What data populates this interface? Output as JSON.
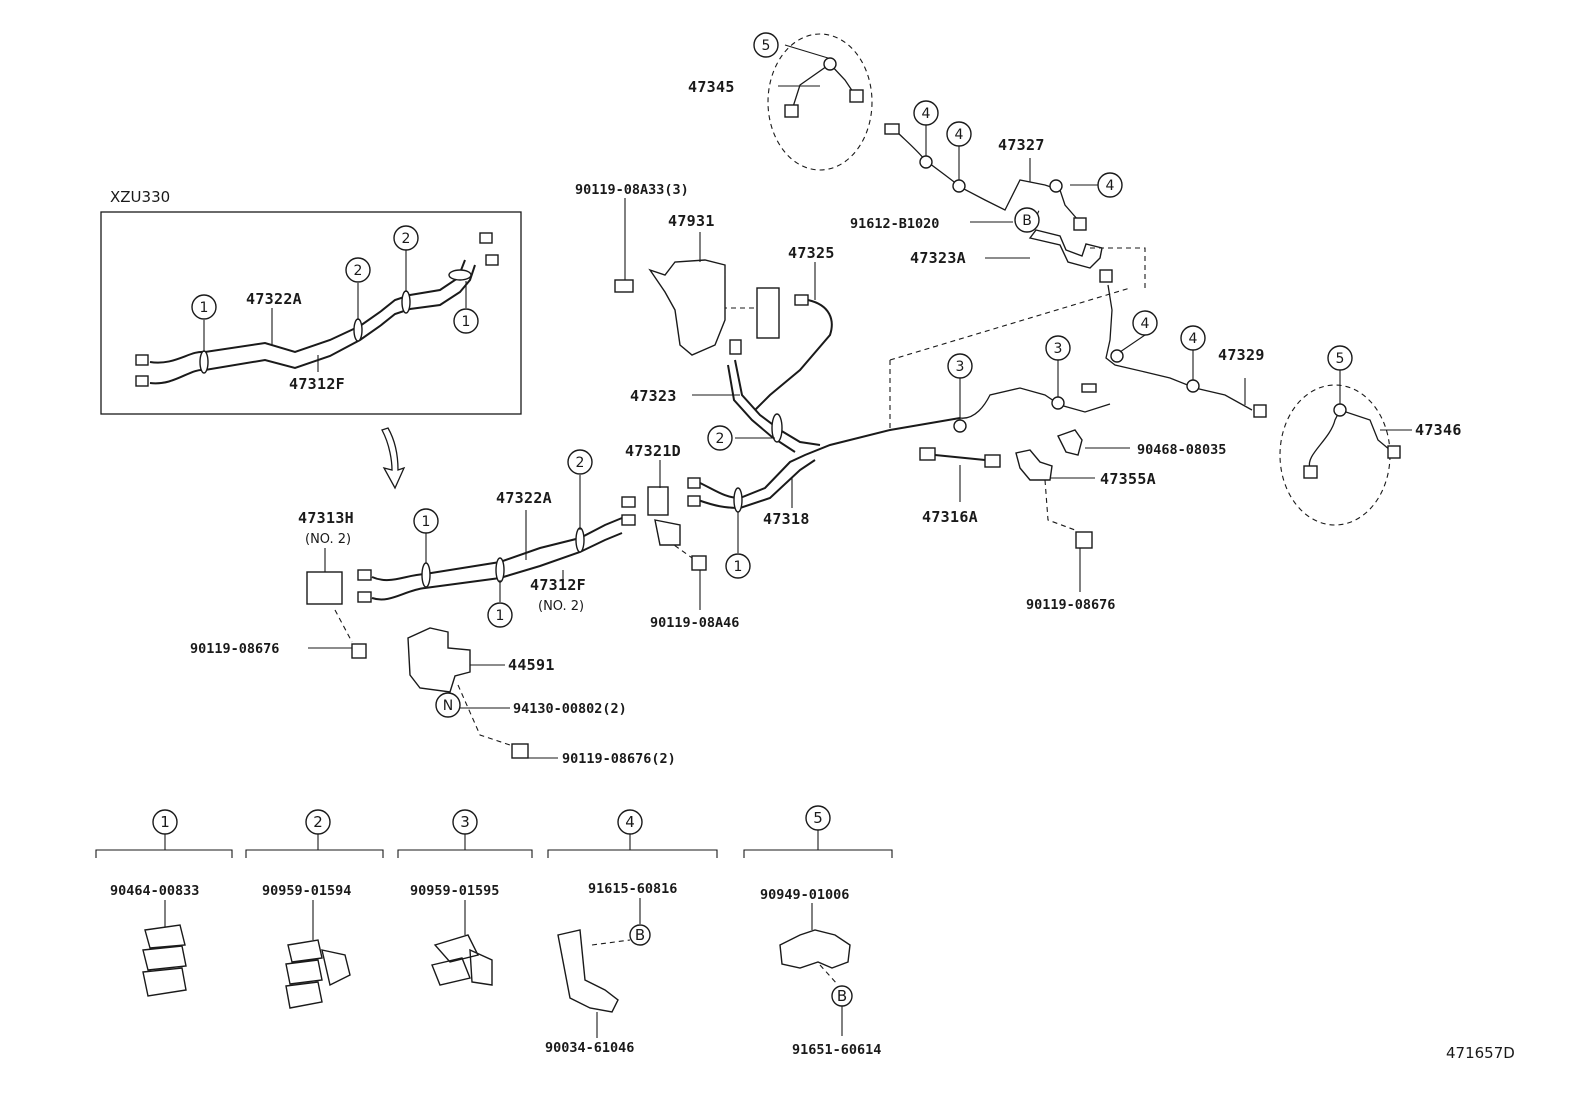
{
  "inset": {
    "title": "XZU330",
    "labels": {
      "p47322A": "47322A",
      "p47312F": "47312F"
    }
  },
  "parts": {
    "p47345": "47345",
    "p47327": "47327",
    "p91612": "91612-B1020",
    "p47323A": "47323A",
    "p90119_08A33": "90119-08A33(3)",
    "p47931": "47931",
    "p47325": "47325",
    "p47323": "47323",
    "p47321D": "47321D",
    "p47318": "47318",
    "p47322A": "47322A",
    "p47313H": "47313H",
    "p47313H_note": "(NO. 2)",
    "p47312F": "47312F",
    "p47312F_note": "(NO. 2)",
    "p90119_08A46": "90119-08A46",
    "p90119_08676_a": "90119-08676",
    "p44591": "44591",
    "p94130": "94130-00802(2)",
    "p90119_08676_2": "90119-08676(2)",
    "p47329": "47329",
    "p47346": "47346",
    "p90468": "90468-08035",
    "p47355A": "47355A",
    "p47316A": "47316A",
    "p90119_08676_b": "90119-08676"
  },
  "legend": [
    {
      "ref": "1",
      "part": "90464-00833"
    },
    {
      "ref": "2",
      "part": "90959-01594"
    },
    {
      "ref": "3",
      "part": "90959-01595"
    },
    {
      "ref": "4",
      "part": "91615-60816",
      "extra": "90034-61046",
      "sub": "B"
    },
    {
      "ref": "5",
      "part": "90949-01006",
      "extra": "91651-60614",
      "sub": "B"
    }
  ],
  "callouts": {
    "one": "1",
    "two": "2",
    "three": "3",
    "four": "4",
    "five": "5",
    "b": "B",
    "n": "N"
  },
  "diagram_id": "471657D"
}
